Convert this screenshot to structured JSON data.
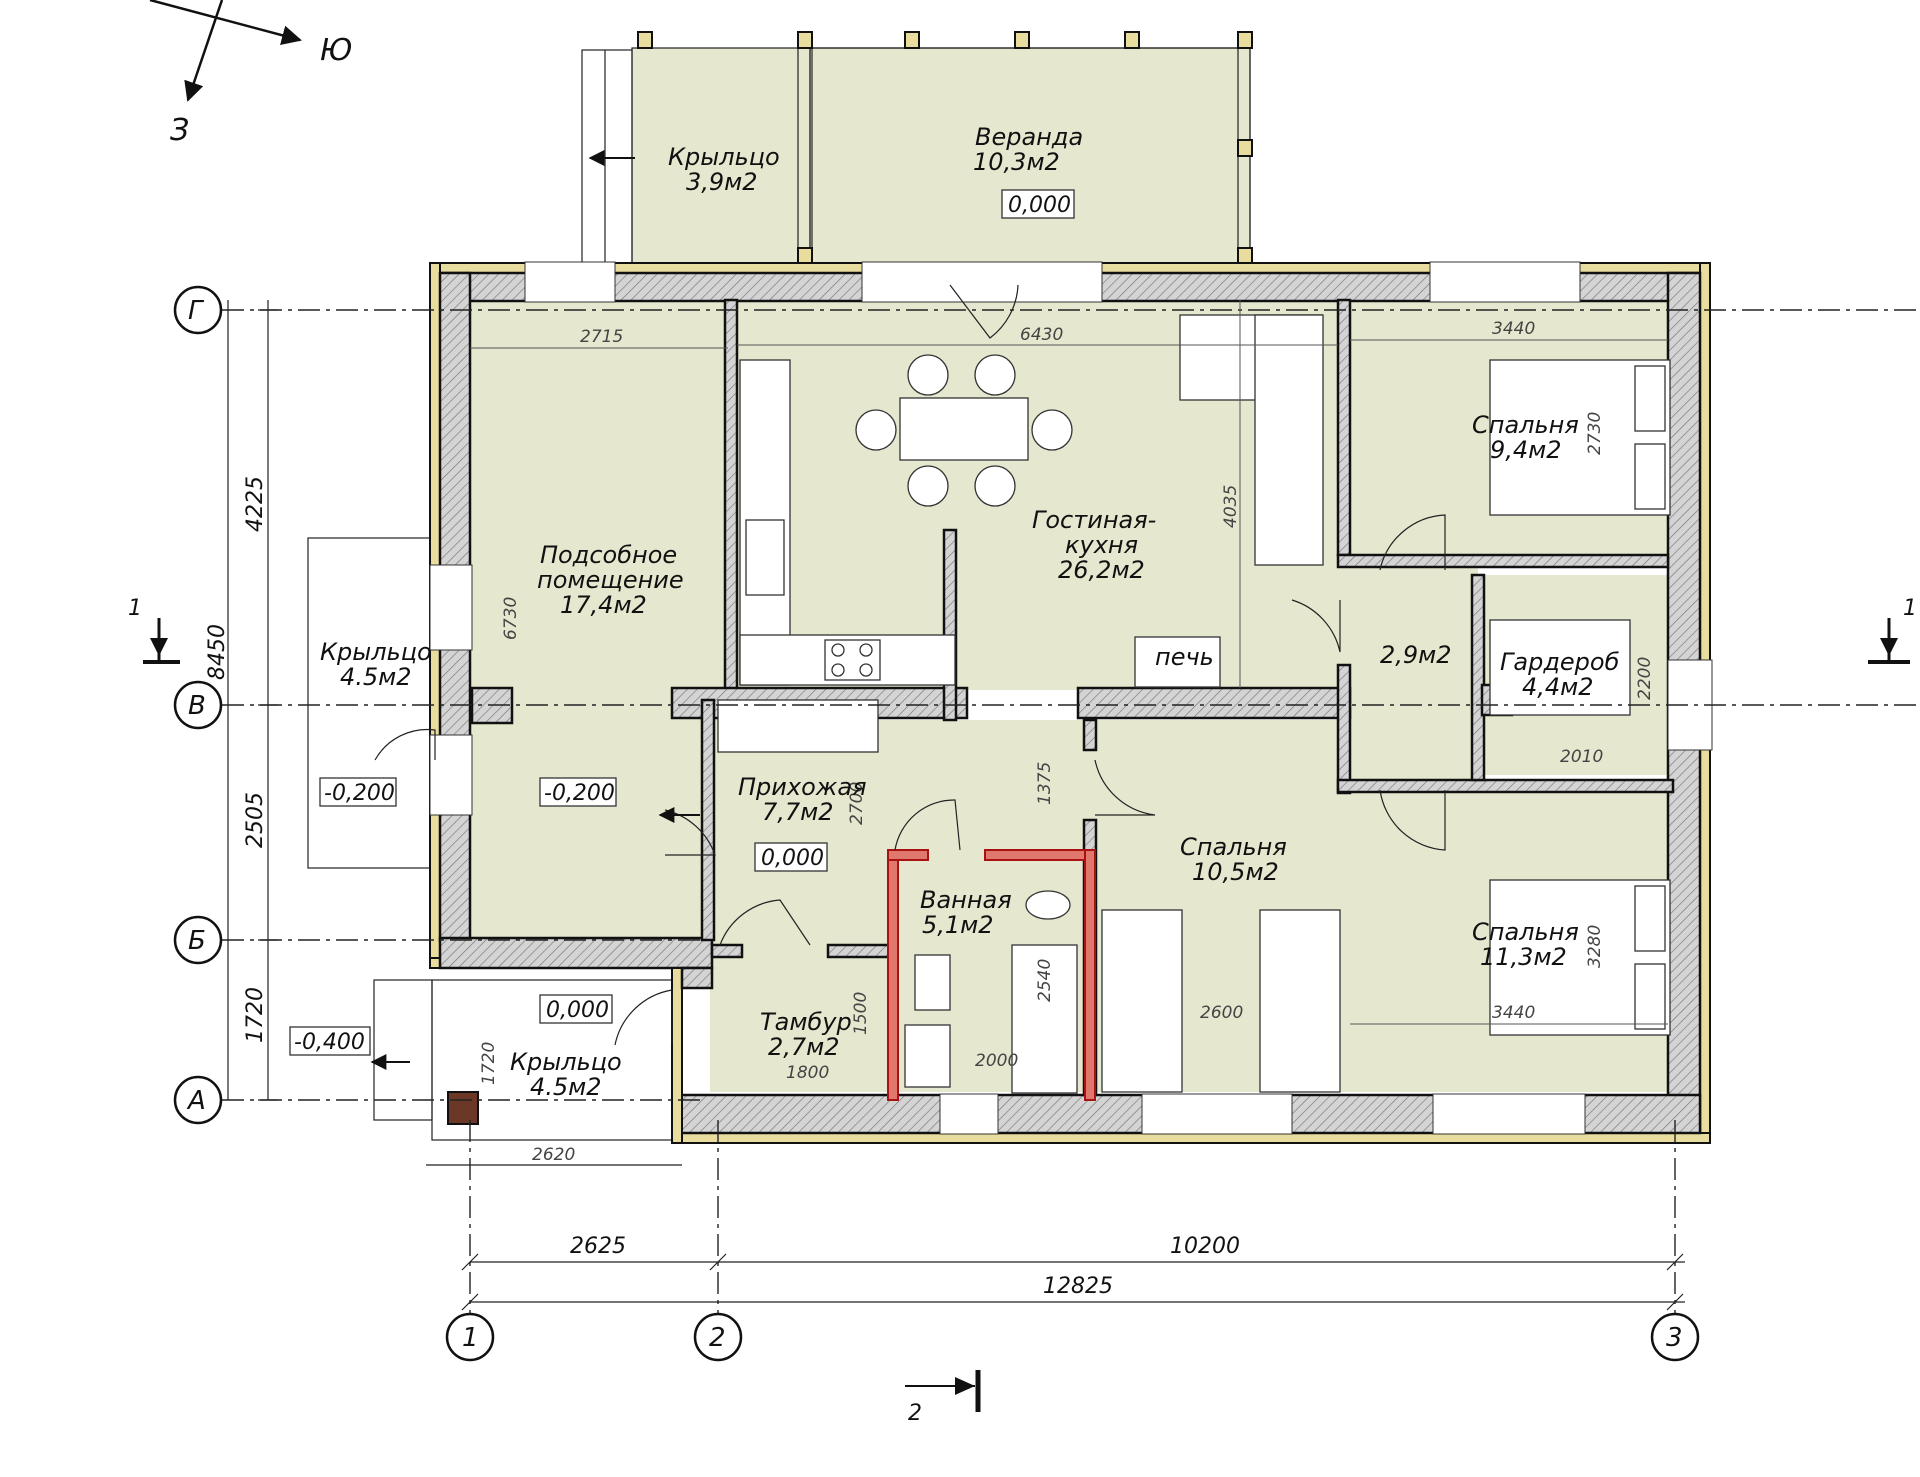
{
  "compass": {
    "south": "Ю",
    "west": "З"
  },
  "rooms": [
    {
      "id": "porch_north",
      "name": "Крыльцо",
      "area": "3,9м2"
    },
    {
      "id": "veranda",
      "name": "Веранда",
      "area": "10,3м2",
      "level": "0,000"
    },
    {
      "id": "utility",
      "name": "Подсобное",
      "name2": "помещение",
      "area": "17,4м2",
      "level": "-0,200"
    },
    {
      "id": "living",
      "name": "Гостиная-",
      "name2": "кухня",
      "area": "26,2м2"
    },
    {
      "id": "bed1",
      "name": "Спальня",
      "area": "9,4м2"
    },
    {
      "id": "corridor",
      "area": "2,9м2"
    },
    {
      "id": "wardrobe",
      "name": "Гардероб",
      "area": "4,4м2"
    },
    {
      "id": "porch_west",
      "name": "Крыльцо",
      "area": "4.5м2",
      "level": "-0,200"
    },
    {
      "id": "hall",
      "name": "Прихожая",
      "area": "7,7м2",
      "level": "0,000"
    },
    {
      "id": "bath",
      "name": "Ванная",
      "area": "5,1м2"
    },
    {
      "id": "bed2",
      "name": "Спальня",
      "area": "10,5м2"
    },
    {
      "id": "bed3",
      "name": "Спальня",
      "area": "11,3м2"
    },
    {
      "id": "vestibule",
      "name": "Тамбур",
      "area": "2,7м2"
    },
    {
      "id": "porch_south",
      "name": "Крыльцо",
      "area": "4.5м2",
      "level": "0,000",
      "level2": "-0,400"
    }
  ],
  "stove_label": "печь",
  "axes": {
    "rows": [
      "Г",
      "В",
      "Б",
      "А"
    ],
    "cols": [
      "1",
      "2",
      "3"
    ]
  },
  "section_marks": {
    "s1": "1",
    "s2": "2"
  },
  "dimensions": {
    "left": [
      "4225",
      "8450",
      "2505",
      "1720"
    ],
    "bottom_parts": [
      "2625",
      "10200"
    ],
    "bottom_total": "12825",
    "porch_width": "2620",
    "porch_depth": "1720",
    "inner": {
      "utility_w": "2715",
      "utility_h": "6730",
      "living_w": "6430",
      "living_h": "4035",
      "bed1_w": "3440",
      "bed1_h": "2730",
      "wardrobe_w": "2010",
      "wardrobe_h": "2200",
      "hall_h": "2700",
      "hall_gap": "1375",
      "vest_w": "1800",
      "vest_h": "1500",
      "bath_w": "2000",
      "bath_h": "2540",
      "bed2_w": "2600",
      "bed3_w": "3440",
      "bed3_h": "3280"
    }
  }
}
